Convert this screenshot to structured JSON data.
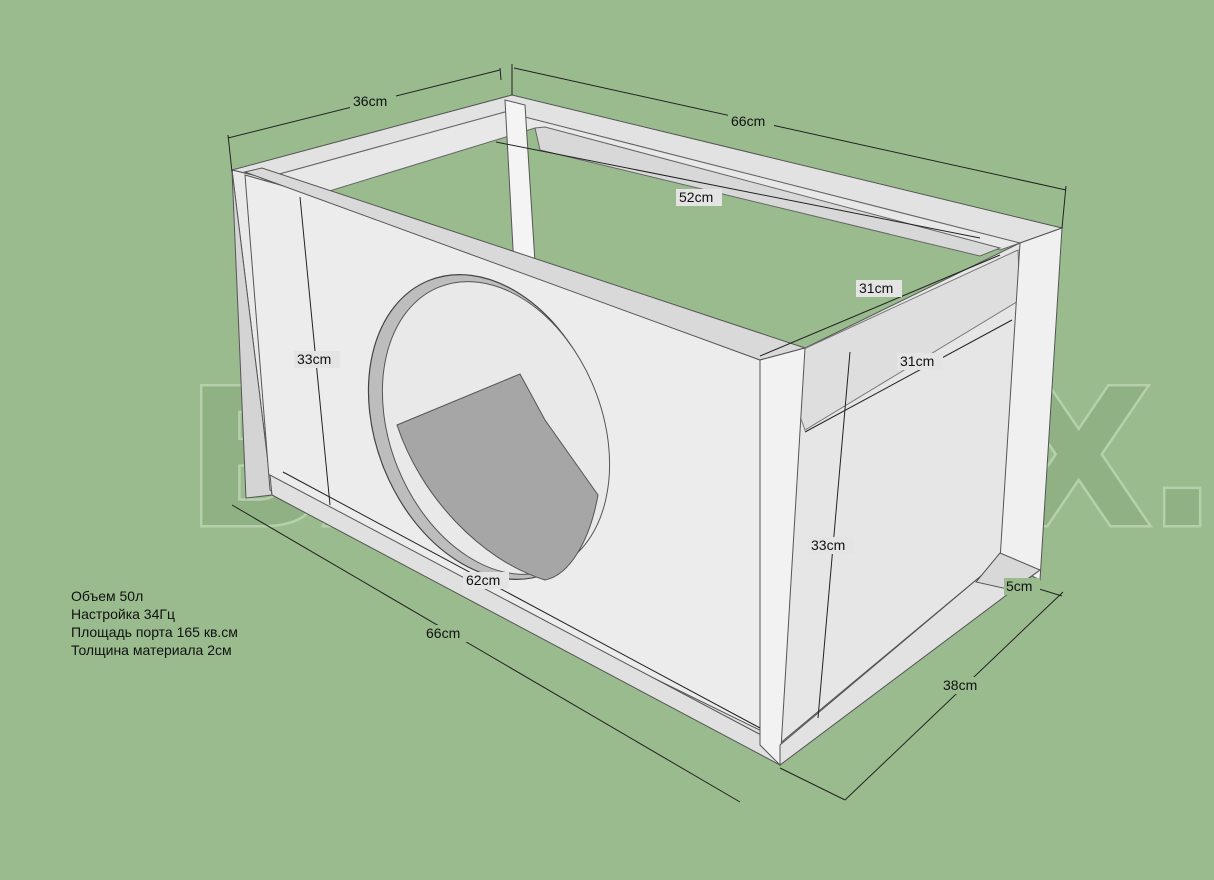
{
  "watermark": "BASSBOX.RU",
  "specs": {
    "volume": "Объем 50л",
    "tuning": "Настройка 34Гц",
    "port_area": "Площадь порта 165 кв.см",
    "thickness": "Толщина материала 2см"
  },
  "dimensions": {
    "top_depth": "36cm",
    "top_length": "66cm",
    "port_length": "52cm",
    "port_depth": "31cm",
    "side_depth": "31cm",
    "inner_height": "33cm",
    "side_height": "33cm",
    "inner_length": "62cm",
    "bottom_length": "66cm",
    "bottom_depth": "38cm",
    "port_width": "5cm"
  },
  "colors": {
    "background": "#99bb8e",
    "panel": "#ececec",
    "panel_edge": "#d6d6d6",
    "hole": "#a6a6a6"
  }
}
